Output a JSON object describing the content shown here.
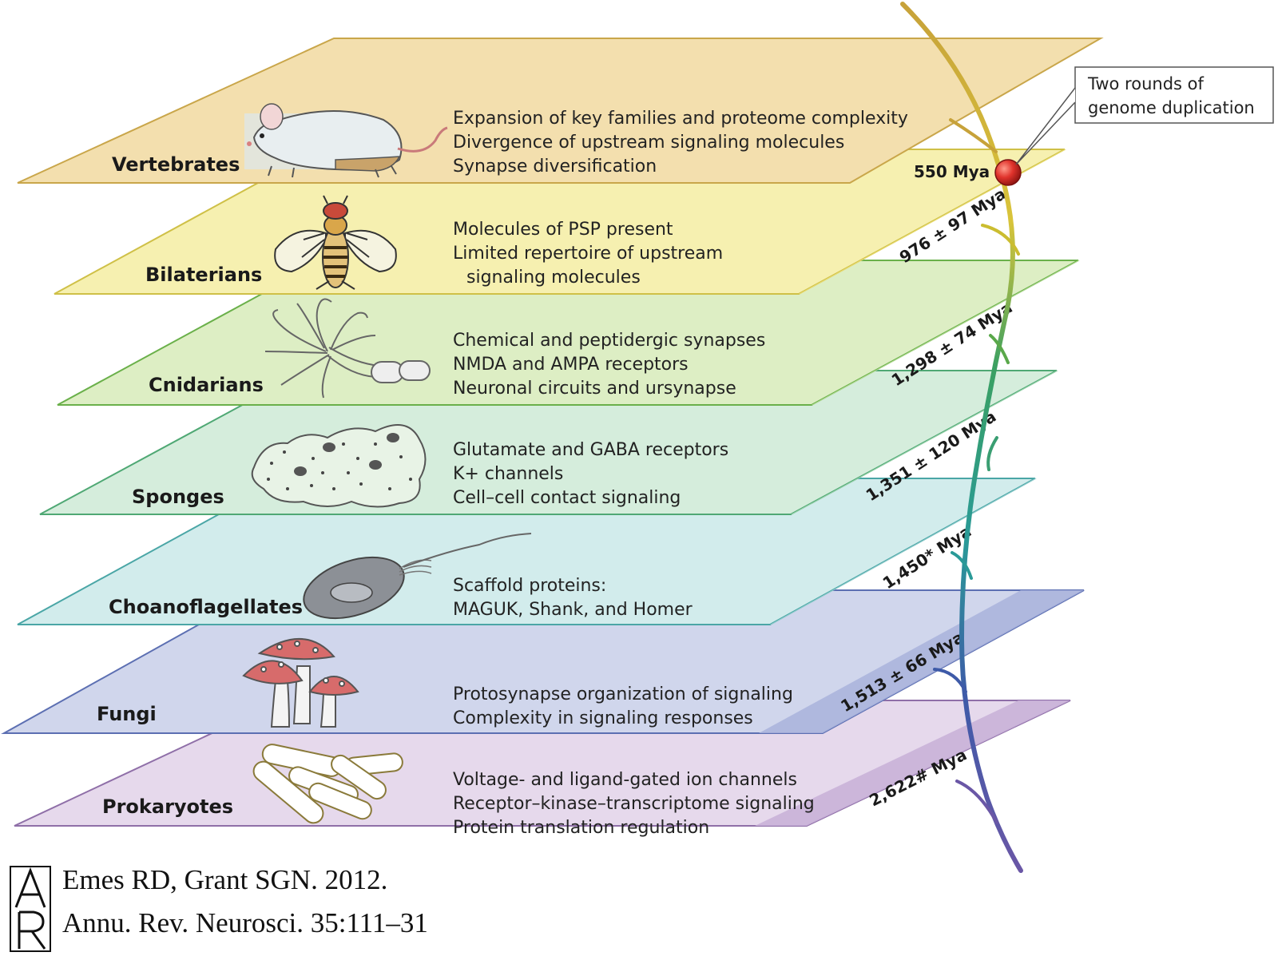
{
  "layers": [
    {
      "name": "Vertebrates",
      "features": [
        "Expansion of key families and proteome complexity",
        "Divergence of upstream signaling molecules",
        "Synapse diversification"
      ],
      "date": "550 Mya",
      "fill": "#f3dfae",
      "stroke": "#c9a64a",
      "icon": "mouse-illustration"
    },
    {
      "name": "Bilaterians",
      "features": [
        "Molecules of PSP present",
        "Limited repertoire of upstream",
        "signaling molecules"
      ],
      "date": "976 ± 97 Mya",
      "fill": "#f6f0b0",
      "stroke": "#cfc047",
      "icon": "fruit-fly-illustration"
    },
    {
      "name": "Cnidarians",
      "features": [
        "Chemical and peptidergic synapses",
        "NMDA and AMPA receptors",
        "Neuronal circuits and ursynapse"
      ],
      "date": "1,298 ± 74 Mya",
      "fill": "#ddeec4",
      "stroke": "#6ab04a",
      "icon": "hydra-illustration"
    },
    {
      "name": "Sponges",
      "features": [
        "Glutamate and GABA receptors",
        "K+ channels",
        "Cell–cell contact signaling"
      ],
      "date": "1,351 ± 120 Mya",
      "fill": "#d5eddc",
      "stroke": "#4fa874",
      "icon": "sponge-illustration"
    },
    {
      "name": "Choanoflagellates",
      "features": [
        "Scaffold proteins:",
        "MAGUK, Shank, and Homer"
      ],
      "date": "1,450* Mya",
      "fill": "#d2ecec",
      "stroke": "#4aa6a6",
      "icon": "choanoflagellate-illustration"
    },
    {
      "name": "Fungi",
      "features": [
        "Protosynapse organization of signaling",
        "Complexity in signaling responses"
      ],
      "date": "1,513 ± 66 Mya",
      "fill": "#d0d6ec",
      "stroke": "#5c6fb2",
      "icon": "mushroom-illustration"
    },
    {
      "name": "Prokaryotes",
      "features": [
        "Voltage- and ligand-gated ion channels",
        "Receptor–kinase–transcriptome signaling",
        "Protein translation regulation"
      ],
      "date": "2,622# Mya",
      "fill": "#e6d9ec",
      "stroke": "#8f6fa8",
      "icon": "bacteria-illustration"
    }
  ],
  "callout": {
    "line1": "Two rounds of",
    "line2": "genome duplication"
  },
  "citation": {
    "logo": "AR",
    "line1": "Emes RD, Grant SGN. 2012.",
    "line2": "Annu. Rev. Neurosci. 35:111–31"
  },
  "colors": {
    "trunk_top": "#c7a23a",
    "trunk_mid": "#3aa062",
    "trunk_bottom": "#5a4fa0",
    "duplication_marker": "#d9302c"
  }
}
